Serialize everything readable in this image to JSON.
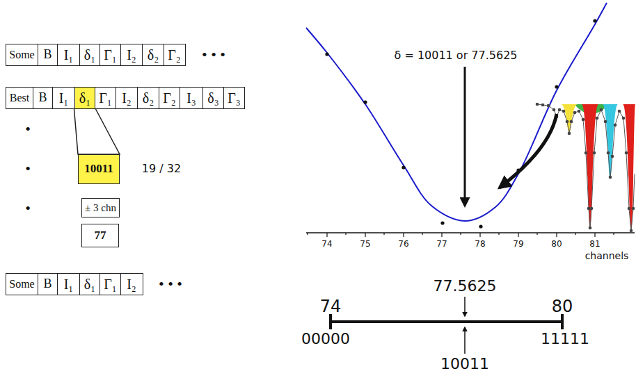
{
  "diagram": {
    "nodes": [
      {
        "text": [
          "Some"
        ]
      },
      {
        "text": [
          "B"
        ]
      },
      {
        "text": [
          "I₁"
        ]
      },
      {
        "text": [
          "δ₁"
        ]
      },
      {
        "text": [
          "Γ₁"
        ]
      },
      {
        "text": [
          "I₂"
        ]
      },
      {
        "text": [
          "δ₂"
        ]
      },
      {
        "text": [
          "Γ₂"
        ]
      },
      {
        "text": [
          "Best"
        ]
      },
      {
        "text": [
          "B"
        ]
      },
      {
        "text": [
          "I₁"
        ]
      },
      {
        "text": [
          "δ₁"
        ]
      },
      {
        "text": [
          "Γ₁"
        ]
      },
      {
        "text": [
          "I₂"
        ]
      },
      {
        "text": [
          "δ₂"
        ]
      },
      {
        "text": [
          "Γ₂"
        ]
      },
      {
        "text": [
          "I₃"
        ]
      },
      {
        "text": [
          "δ₃"
        ]
      },
      {
        "text": [
          "Γ₃"
        ]
      },
      {
        "text": [
          "10011"
        ]
      },
      {
        "text": [
          "± 3 chn"
        ]
      },
      {
        "text": [
          "77"
        ]
      },
      {
        "text": [
          "Some"
        ]
      },
      {
        "text": [
          "B"
        ]
      },
      {
        "text": [
          "I₁"
        ]
      },
      {
        "text": [
          "δ₁"
        ]
      },
      {
        "text": [
          "Γ₁"
        ]
      },
      {
        "text": [
          "I₂"
        ]
      }
    ],
    "edges": [
      {
        "from": 11,
        "to": 19,
        "arrow": "none"
      }
    ],
    "labels": [
      "• • •",
      "δ = 10011 or 77.5625",
      "19 / 32",
      "•",
      "•",
      "•",
      "74",
      "75",
      "76",
      "77",
      "78",
      "79",
      "80",
      "81",
      "channels",
      "• • •",
      "77.5625",
      "74",
      "80",
      "00000",
      "11111",
      "10011"
    ]
  }
}
